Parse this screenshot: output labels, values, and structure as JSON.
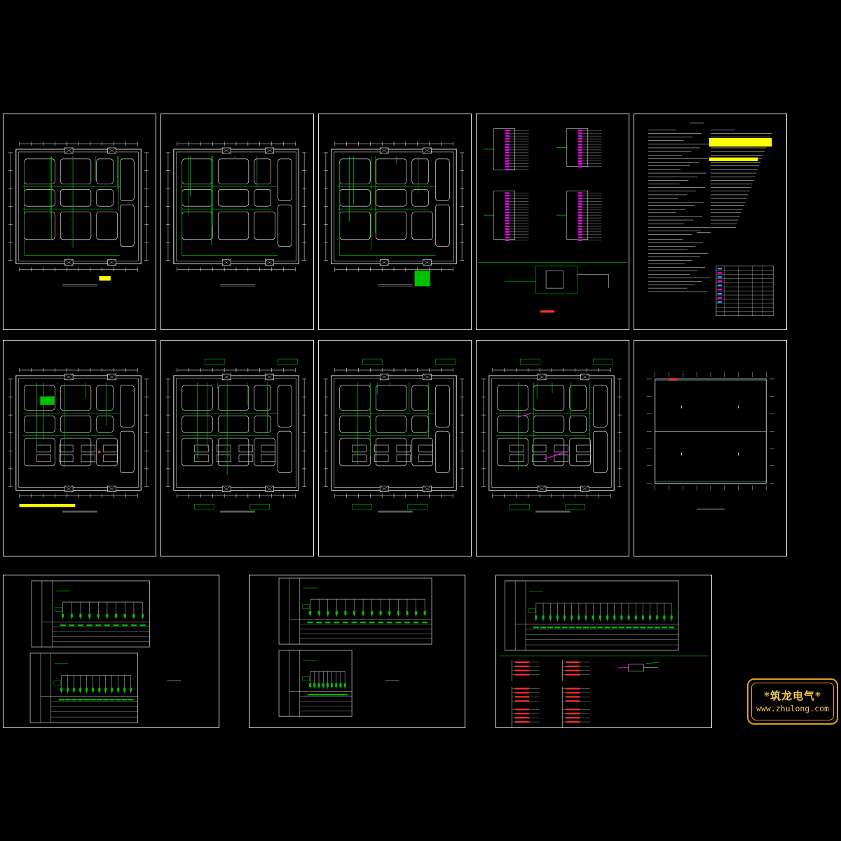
{
  "drawing_set": {
    "sheet_count": 13,
    "rows": [
      {
        "row": 1,
        "sheets": [
          "floor-plan-1",
          "floor-plan-2",
          "floor-plan-3",
          "system-diagram",
          "design-notes"
        ]
      },
      {
        "row": 2,
        "sheets": [
          "floor-plan-4",
          "floor-plan-5",
          "floor-plan-6",
          "floor-plan-7",
          "roof-plan"
        ]
      },
      {
        "row": 3,
        "sheets": [
          "panel-schedule-1",
          "panel-schedule-2",
          "panel-schedule-3"
        ]
      }
    ]
  },
  "colors": {
    "background": "#000000",
    "sheet_border": "#e8e8e8",
    "wall_lines": "#ffffff",
    "wiring": "#00c000",
    "highlight": "#ffff00",
    "annotation": "#ff00ff",
    "accent_red": "#ff3030",
    "logo_gold": "#f0c850"
  },
  "watermark": {
    "brand": "*筑龙电气*",
    "url": "www.zhulong.com"
  }
}
